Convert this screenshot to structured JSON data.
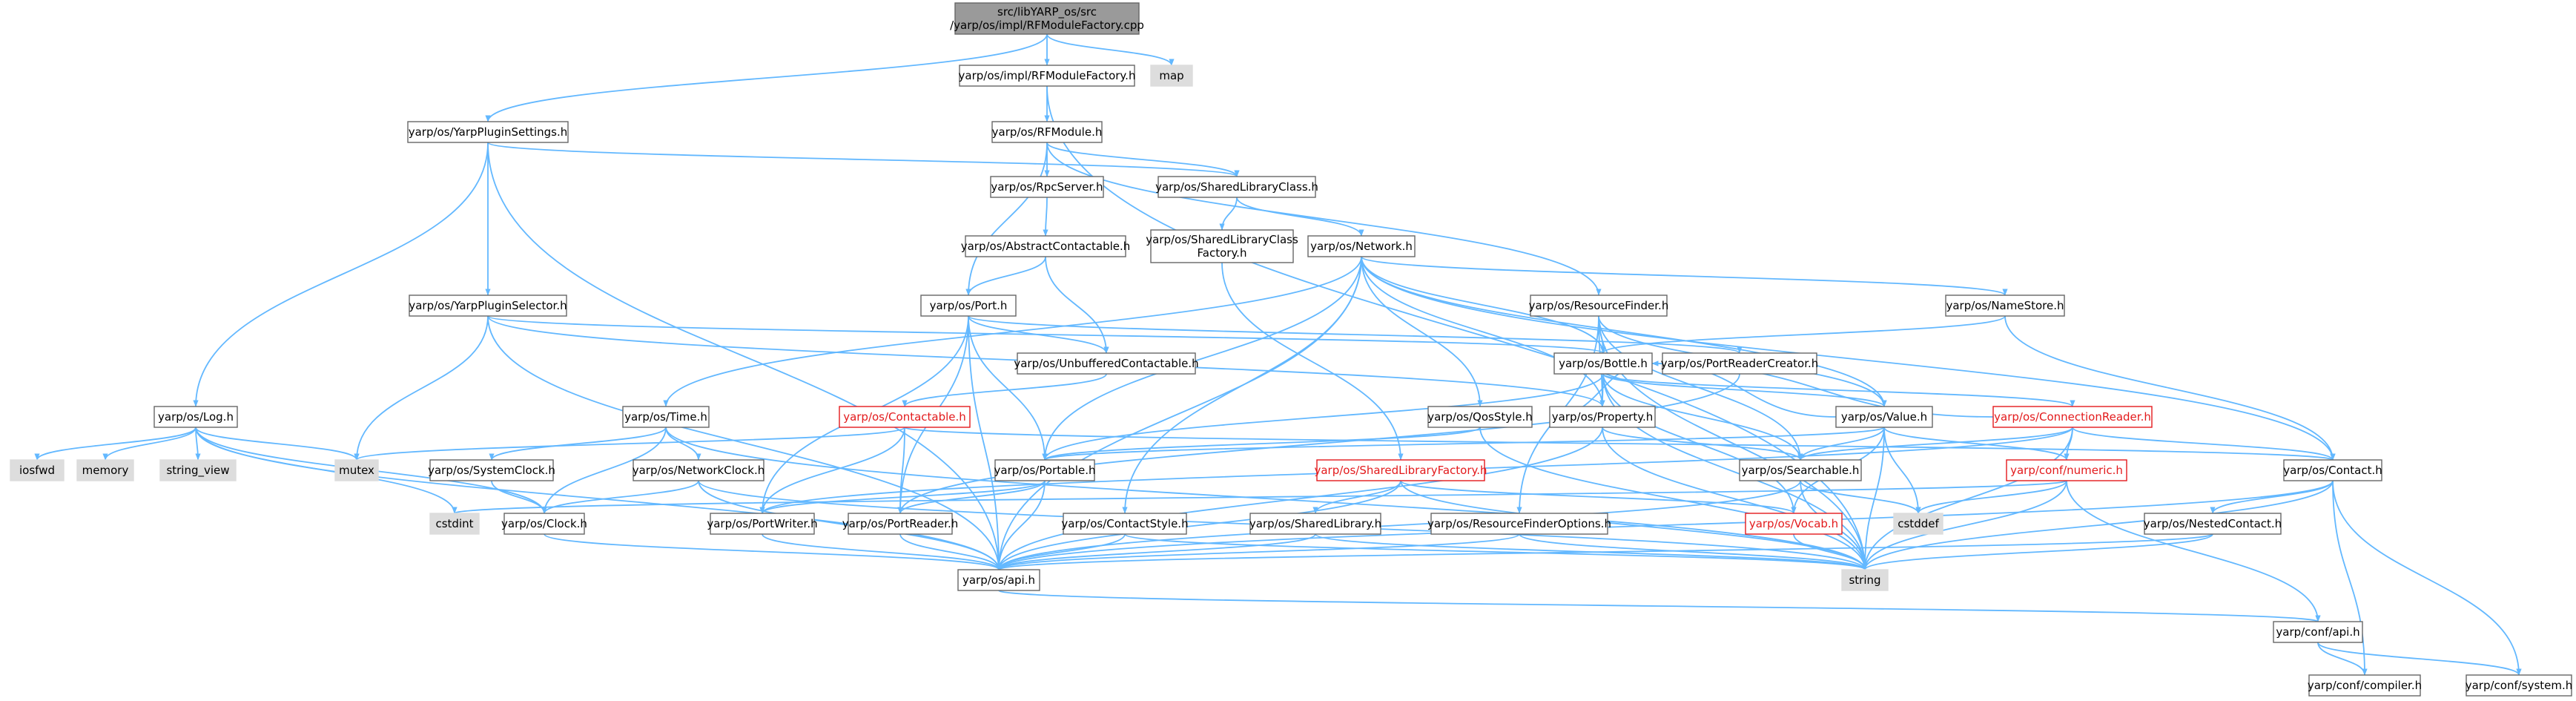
{
  "diagram": {
    "title": "",
    "colors": {
      "edge": "#63B8FF",
      "border_normal": "#666666",
      "border_root": "#666666",
      "border_truncated": "#E31A1C",
      "fill_normal": "#FFFFFF",
      "fill_root": "#9A9A9A",
      "fill_external": "#DDDDDD",
      "text": "#000000",
      "text_truncated": "#E31A1C"
    },
    "nodes": [
      {
        "id": "root",
        "label": [
          "src/libYARP_os/src",
          "/yarp/os/impl/RFModuleFactory.cpp"
        ],
        "kind": "root"
      },
      {
        "id": "rfmf_h",
        "label": [
          "yarp/os/impl/RFModuleFactory.h"
        ],
        "kind": "normal"
      },
      {
        "id": "map",
        "label": [
          "map"
        ],
        "kind": "external"
      },
      {
        "id": "rfmodule",
        "label": [
          "yarp/os/RFModule.h"
        ],
        "kind": "normal"
      },
      {
        "id": "ypsettings",
        "label": [
          "yarp/os/YarpPluginSettings.h"
        ],
        "kind": "normal"
      },
      {
        "id": "rpcserver",
        "label": [
          "yarp/os/RpcServer.h"
        ],
        "kind": "normal"
      },
      {
        "id": "sharedlibclass",
        "label": [
          "yarp/os/SharedLibraryClass.h"
        ],
        "kind": "normal"
      },
      {
        "id": "abscontact",
        "label": [
          "yarp/os/AbstractContactable.h"
        ],
        "kind": "normal"
      },
      {
        "id": "slcfactory",
        "label": [
          "yarp/os/SharedLibraryClass",
          "Factory.h"
        ],
        "kind": "normal"
      },
      {
        "id": "network",
        "label": [
          "yarp/os/Network.h"
        ],
        "kind": "normal"
      },
      {
        "id": "ypselector",
        "label": [
          "yarp/os/YarpPluginSelector.h"
        ],
        "kind": "normal"
      },
      {
        "id": "port",
        "label": [
          "yarp/os/Port.h"
        ],
        "kind": "normal"
      },
      {
        "id": "resfinder",
        "label": [
          "yarp/os/ResourceFinder.h"
        ],
        "kind": "normal"
      },
      {
        "id": "namestore",
        "label": [
          "yarp/os/NameStore.h"
        ],
        "kind": "normal"
      },
      {
        "id": "bottle",
        "label": [
          "yarp/os/Bottle.h"
        ],
        "kind": "normal"
      },
      {
        "id": "prcreator",
        "label": [
          "yarp/os/PortReaderCreator.h"
        ],
        "kind": "normal"
      },
      {
        "id": "unbuffered",
        "label": [
          "yarp/os/UnbufferedContactable.h"
        ],
        "kind": "normal"
      },
      {
        "id": "log",
        "label": [
          "yarp/os/Log.h"
        ],
        "kind": "normal"
      },
      {
        "id": "time",
        "label": [
          "yarp/os/Time.h"
        ],
        "kind": "normal"
      },
      {
        "id": "contactable",
        "label": [
          "yarp/os/Contactable.h"
        ],
        "kind": "truncated"
      },
      {
        "id": "qosstyle",
        "label": [
          "yarp/os/QosStyle.h"
        ],
        "kind": "normal"
      },
      {
        "id": "property",
        "label": [
          "yarp/os/Property.h"
        ],
        "kind": "normal"
      },
      {
        "id": "value",
        "label": [
          "yarp/os/Value.h"
        ],
        "kind": "normal"
      },
      {
        "id": "connreader",
        "label": [
          "yarp/os/ConnectionReader.h"
        ],
        "kind": "truncated"
      },
      {
        "id": "iosfwd",
        "label": [
          "iosfwd"
        ],
        "kind": "external"
      },
      {
        "id": "memory",
        "label": [
          "memory"
        ],
        "kind": "external"
      },
      {
        "id": "string_view",
        "label": [
          "string_view"
        ],
        "kind": "external"
      },
      {
        "id": "mutex",
        "label": [
          "mutex"
        ],
        "kind": "external"
      },
      {
        "id": "sysclock",
        "label": [
          "yarp/os/SystemClock.h"
        ],
        "kind": "normal"
      },
      {
        "id": "netclock",
        "label": [
          "yarp/os/NetworkClock.h"
        ],
        "kind": "normal"
      },
      {
        "id": "portable",
        "label": [
          "yarp/os/Portable.h"
        ],
        "kind": "normal"
      },
      {
        "id": "shlibfactory",
        "label": [
          "yarp/os/SharedLibraryFactory.h"
        ],
        "kind": "truncated"
      },
      {
        "id": "searchable",
        "label": [
          "yarp/os/Searchable.h"
        ],
        "kind": "normal"
      },
      {
        "id": "numeric",
        "label": [
          "yarp/conf/numeric.h"
        ],
        "kind": "truncated"
      },
      {
        "id": "contact",
        "label": [
          "yarp/os/Contact.h"
        ],
        "kind": "normal"
      },
      {
        "id": "cstdint",
        "label": [
          "cstdint"
        ],
        "kind": "external"
      },
      {
        "id": "clock",
        "label": [
          "yarp/os/Clock.h"
        ],
        "kind": "normal"
      },
      {
        "id": "portwriter",
        "label": [
          "yarp/os/PortWriter.h"
        ],
        "kind": "normal"
      },
      {
        "id": "portreader",
        "label": [
          "yarp/os/PortReader.h"
        ],
        "kind": "normal"
      },
      {
        "id": "contactstyle",
        "label": [
          "yarp/os/ContactStyle.h"
        ],
        "kind": "normal"
      },
      {
        "id": "sharedlib",
        "label": [
          "yarp/os/SharedLibrary.h"
        ],
        "kind": "normal"
      },
      {
        "id": "rfoptions",
        "label": [
          "yarp/os/ResourceFinderOptions.h"
        ],
        "kind": "normal"
      },
      {
        "id": "vocab",
        "label": [
          "yarp/os/Vocab.h"
        ],
        "kind": "truncated"
      },
      {
        "id": "cstddef",
        "label": [
          "cstddef"
        ],
        "kind": "external"
      },
      {
        "id": "nested",
        "label": [
          "yarp/os/NestedContact.h"
        ],
        "kind": "normal"
      },
      {
        "id": "api",
        "label": [
          "yarp/os/api.h"
        ],
        "kind": "normal"
      },
      {
        "id": "string",
        "label": [
          "string"
        ],
        "kind": "external"
      },
      {
        "id": "confapi",
        "label": [
          "yarp/conf/api.h"
        ],
        "kind": "normal"
      },
      {
        "id": "compiler",
        "label": [
          "yarp/conf/compiler.h"
        ],
        "kind": "normal"
      },
      {
        "id": "system",
        "label": [
          "yarp/conf/system.h"
        ],
        "kind": "normal"
      }
    ],
    "edges": [
      [
        "root",
        "rfmf_h"
      ],
      [
        "root",
        "map"
      ],
      [
        "root",
        "ypsettings"
      ],
      [
        "rfmf_h",
        "rfmodule"
      ],
      [
        "rfmf_h",
        "string"
      ],
      [
        "rfmodule",
        "rpcserver"
      ],
      [
        "rfmodule",
        "sharedlibclass"
      ],
      [
        "rfmodule",
        "resfinder"
      ],
      [
        "rfmodule",
        "port"
      ],
      [
        "ypsettings",
        "sharedlibclass"
      ],
      [
        "ypsettings",
        "ypselector"
      ],
      [
        "ypsettings",
        "log"
      ],
      [
        "ypsettings",
        "api"
      ],
      [
        "rpcserver",
        "abscontact"
      ],
      [
        "sharedlibclass",
        "slcfactory"
      ],
      [
        "sharedlibclass",
        "network"
      ],
      [
        "abscontact",
        "port"
      ],
      [
        "abscontact",
        "unbuffered"
      ],
      [
        "slcfactory",
        "shlibfactory"
      ],
      [
        "network",
        "time"
      ],
      [
        "network",
        "portable"
      ],
      [
        "network",
        "bottle"
      ],
      [
        "network",
        "property"
      ],
      [
        "network",
        "qosstyle"
      ],
      [
        "network",
        "contactstyle"
      ],
      [
        "network",
        "contact"
      ],
      [
        "network",
        "namestore"
      ],
      [
        "network",
        "value"
      ],
      [
        "network",
        "api"
      ],
      [
        "ypselector",
        "mutex"
      ],
      [
        "ypselector",
        "bottle"
      ],
      [
        "ypselector",
        "property"
      ],
      [
        "ypselector",
        "api"
      ],
      [
        "port",
        "unbuffered"
      ],
      [
        "port",
        "portable"
      ],
      [
        "port",
        "portreader"
      ],
      [
        "port",
        "portwriter"
      ],
      [
        "port",
        "api"
      ],
      [
        "port",
        "prcreator"
      ],
      [
        "resfinder",
        "bottle"
      ],
      [
        "resfinder",
        "property"
      ],
      [
        "resfinder",
        "value"
      ],
      [
        "resfinder",
        "searchable"
      ],
      [
        "resfinder",
        "rfoptions"
      ],
      [
        "resfinder",
        "string"
      ],
      [
        "namestore",
        "bottle"
      ],
      [
        "namestore",
        "contact"
      ],
      [
        "bottle",
        "portable"
      ],
      [
        "bottle",
        "searchable"
      ],
      [
        "bottle",
        "value"
      ],
      [
        "bottle",
        "string"
      ],
      [
        "bottle",
        "property"
      ],
      [
        "bottle",
        "vocab"
      ],
      [
        "bottle",
        "connreader"
      ],
      [
        "prcreator",
        "portreader"
      ],
      [
        "unbuffered",
        "contactable"
      ],
      [
        "log",
        "iosfwd"
      ],
      [
        "log",
        "memory"
      ],
      [
        "log",
        "string_view"
      ],
      [
        "log",
        "mutex"
      ],
      [
        "log",
        "cstdint"
      ],
      [
        "log",
        "api"
      ],
      [
        "log",
        "clock"
      ],
      [
        "time",
        "sysclock"
      ],
      [
        "time",
        "netclock"
      ],
      [
        "time",
        "clock"
      ],
      [
        "time",
        "string"
      ],
      [
        "contactable",
        "portwriter"
      ],
      [
        "contactable",
        "portreader"
      ],
      [
        "contactable",
        "contact"
      ],
      [
        "contactable",
        "mutex"
      ],
      [
        "qosstyle",
        "portable"
      ],
      [
        "qosstyle",
        "string"
      ],
      [
        "property",
        "bottle"
      ],
      [
        "property",
        "searchable"
      ],
      [
        "property",
        "string"
      ],
      [
        "property",
        "api"
      ],
      [
        "value",
        "bottle"
      ],
      [
        "value",
        "portable"
      ],
      [
        "value",
        "searchable"
      ],
      [
        "value",
        "numeric"
      ],
      [
        "value",
        "cstddef"
      ],
      [
        "value",
        "string"
      ],
      [
        "value",
        "vocab"
      ],
      [
        "connreader",
        "bottle"
      ],
      [
        "connreader",
        "contact"
      ],
      [
        "connreader",
        "portwriter"
      ],
      [
        "connreader",
        "numeric"
      ],
      [
        "connreader",
        "searchable"
      ],
      [
        "connreader",
        "string"
      ],
      [
        "sysclock",
        "clock"
      ],
      [
        "netclock",
        "clock"
      ],
      [
        "netclock",
        "api"
      ],
      [
        "netclock",
        "string"
      ],
      [
        "portable",
        "portwriter"
      ],
      [
        "portable",
        "portreader"
      ],
      [
        "portable",
        "api"
      ],
      [
        "shlibfactory",
        "sharedlib"
      ],
      [
        "shlibfactory",
        "vocab"
      ],
      [
        "shlibfactory",
        "string"
      ],
      [
        "shlibfactory",
        "api"
      ],
      [
        "searchable",
        "cstddef"
      ],
      [
        "searchable",
        "string"
      ],
      [
        "searchable",
        "api"
      ],
      [
        "numeric",
        "cstddef"
      ],
      [
        "numeric",
        "string"
      ],
      [
        "numeric",
        "cstdint"
      ],
      [
        "numeric",
        "confapi"
      ],
      [
        "contact",
        "nested"
      ],
      [
        "contact",
        "string"
      ],
      [
        "contact",
        "compiler"
      ],
      [
        "contact",
        "system"
      ],
      [
        "contact",
        "api"
      ],
      [
        "clock",
        "api"
      ],
      [
        "portwriter",
        "api"
      ],
      [
        "portreader",
        "api"
      ],
      [
        "contactstyle",
        "api"
      ],
      [
        "contactstyle",
        "string"
      ],
      [
        "sharedlib",
        "api"
      ],
      [
        "sharedlib",
        "string"
      ],
      [
        "rfoptions",
        "api"
      ],
      [
        "rfoptions",
        "string"
      ],
      [
        "vocab",
        "string"
      ],
      [
        "nested",
        "string"
      ],
      [
        "nested",
        "api"
      ],
      [
        "api",
        "confapi"
      ],
      [
        "confapi",
        "compiler"
      ],
      [
        "confapi",
        "system"
      ]
    ]
  }
}
